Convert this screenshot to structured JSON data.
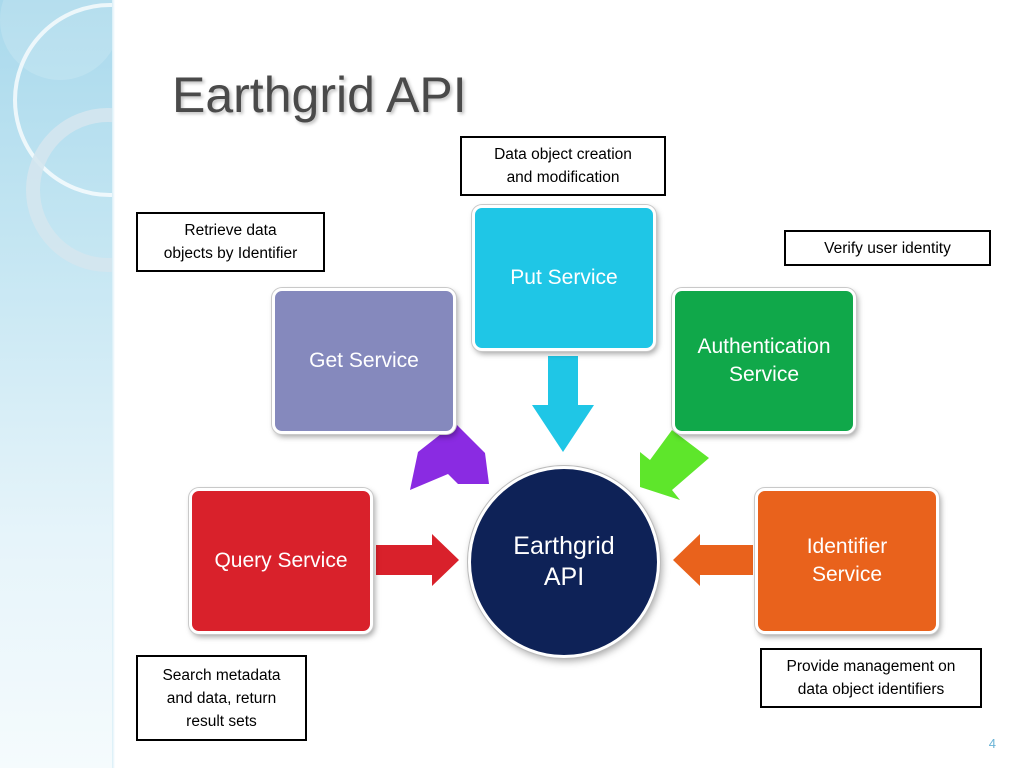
{
  "slide": {
    "title": "Earthgrid API",
    "page_number": "4"
  },
  "hub": {
    "label_line1": "Earthgrid",
    "label_line2": "API",
    "color": "#0e2257"
  },
  "services": {
    "get": {
      "label": "Get Service",
      "color": "#8589bd"
    },
    "put": {
      "label": "Put Service",
      "color": "#1fc6e6"
    },
    "auth": {
      "label_line1": "Authentication",
      "label_line2": "Service",
      "color": "#10a84a"
    },
    "query": {
      "label": "Query Service",
      "color": "#d9212b"
    },
    "identifier": {
      "label_line1": "Identifier",
      "label_line2": "Service",
      "color": "#e9621c"
    }
  },
  "notes": {
    "put": {
      "line1": "Data object creation",
      "line2": "and modification"
    },
    "get": {
      "line1": "Retrieve data",
      "line2": "objects by Identifier"
    },
    "auth": {
      "line1": "Verify user identity"
    },
    "query": {
      "line1": "Search metadata",
      "line2": "and data, return",
      "line3": "result sets"
    },
    "identifier": {
      "line1": "Provide management on",
      "line2": "data object identifiers"
    }
  },
  "arrow_colors": {
    "get": "#8a2be2",
    "put": "#1fc6e6",
    "auth": "#5ee62b",
    "query": "#d9212b",
    "identifier": "#e9621c"
  }
}
